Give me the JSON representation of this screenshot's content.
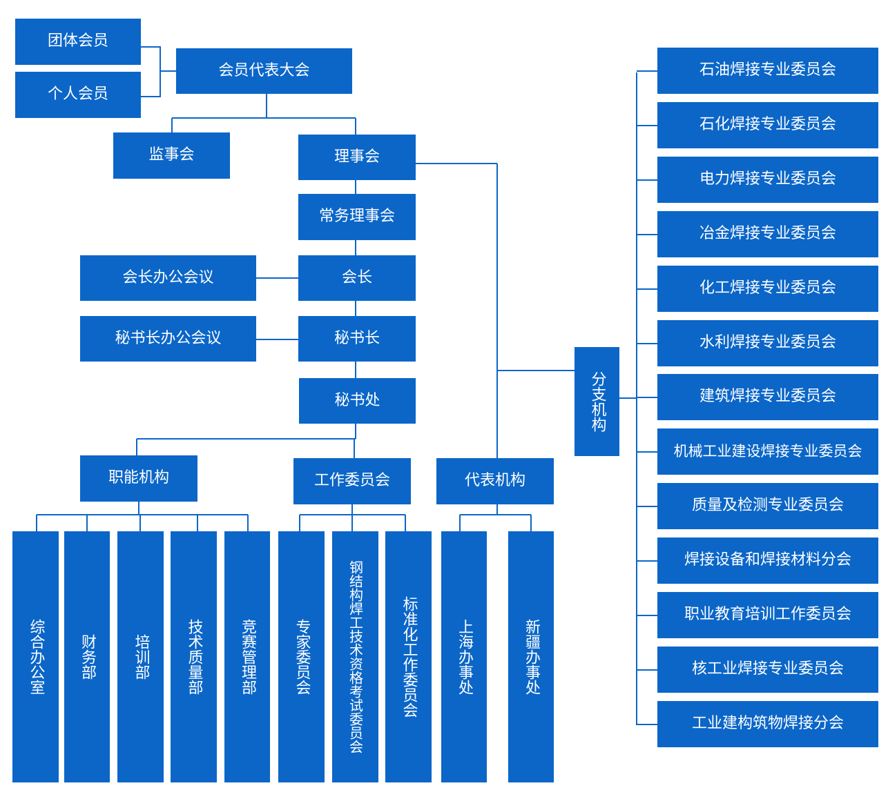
{
  "theme": {
    "box_color": "#0b66c8",
    "line_color": "#0b66c8",
    "text_color": "#ffffff"
  },
  "nodes": {
    "group_member": "团体会员",
    "individual_member": "个人会员",
    "congress": "会员代表大会",
    "supervisory_board": "监事会",
    "council": "理事会",
    "standing_council": "常务理事会",
    "president": "会长",
    "president_office_meeting": "会长办公会议",
    "secretary_general": "秘书长",
    "secretary_general_office_meeting": "秘书长办公会议",
    "secretariat": "秘书处",
    "functional_bodies": "职能机构",
    "working_committees": "工作委员会",
    "representative_bodies": "代表机构",
    "branch_bodies": "分支机构"
  },
  "functional_departments": [
    "综合办公室",
    "财务部",
    "培训部",
    "技术质量部",
    "竞赛管理部"
  ],
  "committees": [
    "专家委员会",
    "钢结构焊工技术资格考试委员会",
    "标准化工作委员会"
  ],
  "representative_offices": [
    "上海办事处",
    "新疆办事处"
  ],
  "branches": [
    "石油焊接专业委员会",
    "石化焊接专业委员会",
    "电力焊接专业委员会",
    "冶金焊接专业委员会",
    "化工焊接专业委员会",
    "水利焊接专业委员会",
    "建筑焊接专业委员会",
    "机械工业建设焊接专业委员会",
    "质量及检测专业委员会",
    "焊接设备和焊接材料分会",
    "职业教育培训工作委员会",
    "核工业焊接专业委员会",
    "工业建构筑物焊接分会"
  ]
}
